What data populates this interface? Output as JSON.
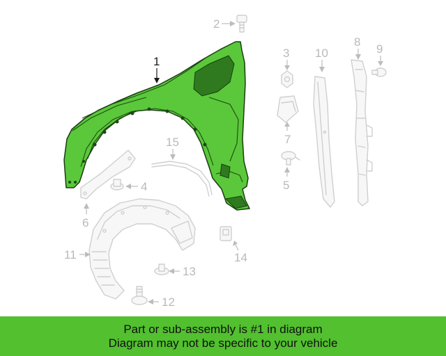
{
  "callouts": {
    "c1": "1",
    "c2": "2",
    "c3": "3",
    "c4": "4",
    "c5": "5",
    "c6": "6",
    "c7": "7",
    "c8": "8",
    "c9": "9",
    "c10": "10",
    "c11": "11",
    "c12": "12",
    "c13": "13",
    "c14": "14",
    "c15": "15"
  },
  "highlight_color": "#5ac83a",
  "footer": {
    "line1": "Part or sub-assembly is #1 in diagram",
    "line2": "Diagram may not be specific to your vehicle",
    "background": "#52c02f"
  }
}
